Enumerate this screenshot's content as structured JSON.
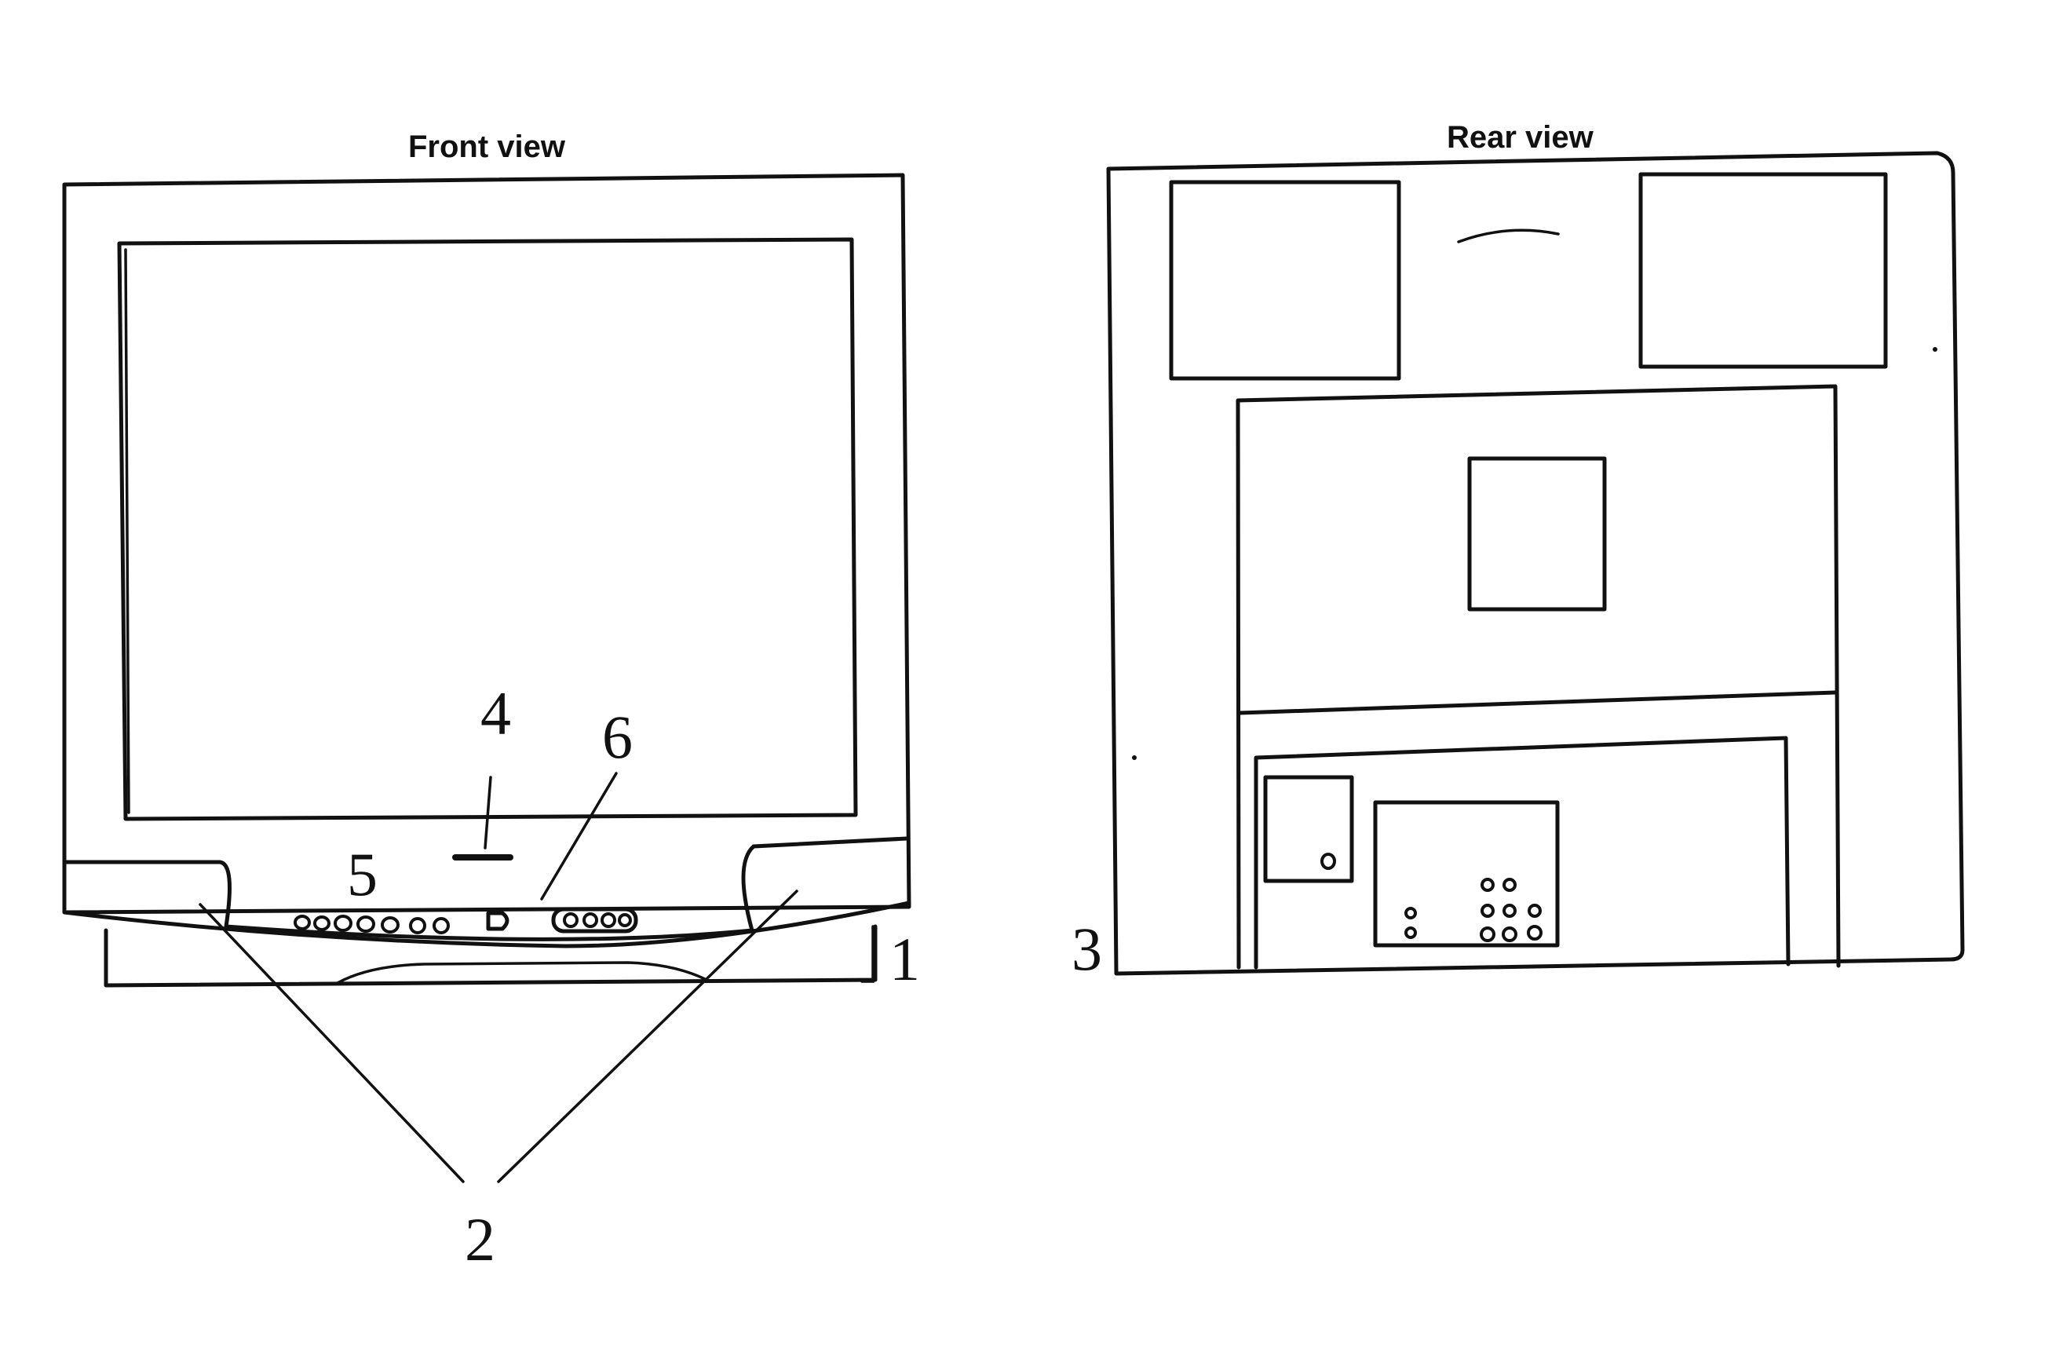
{
  "views": {
    "front_title": "Front view",
    "rear_title": "Rear view"
  },
  "callouts": {
    "c1": "1",
    "c2": "2",
    "c3": "3",
    "c4": "4",
    "c5": "5",
    "c6": "6"
  }
}
